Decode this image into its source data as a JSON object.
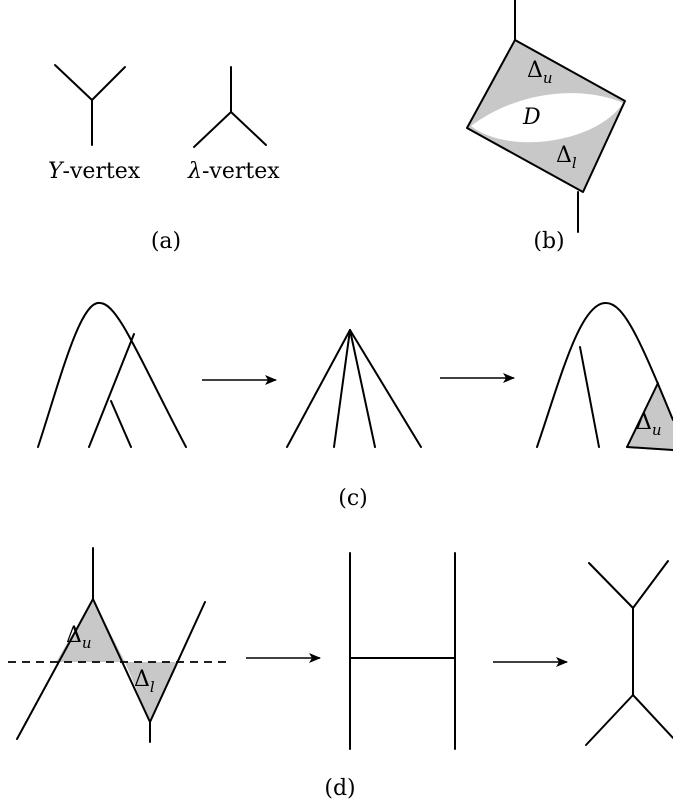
{
  "panel_a": {
    "y_vertex_sym": "Y",
    "y_vertex_rest": "-vertex",
    "lambda_vertex_sym": "λ",
    "lambda_vertex_rest": "-vertex",
    "caption": "(a)"
  },
  "panel_b": {
    "delta": "Δ",
    "sub_u": "u",
    "sub_l": "l",
    "region_label": "D",
    "caption": "(b)"
  },
  "panel_c": {
    "delta": "Δ",
    "sub_u": "u",
    "caption": "(c)"
  },
  "panel_d": {
    "delta": "Δ",
    "sub_u": "u",
    "sub_l": "l",
    "caption": "(d)"
  }
}
